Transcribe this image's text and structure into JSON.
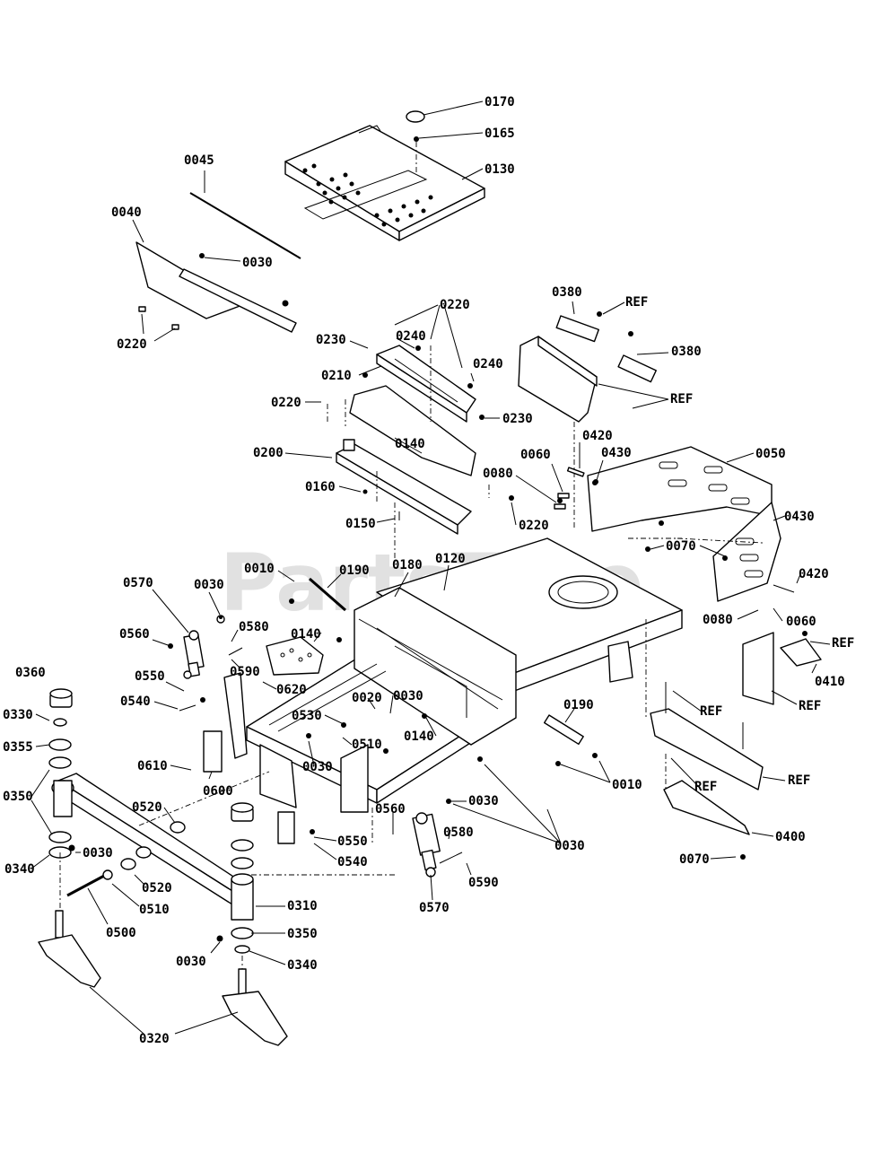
{
  "watermark": "PartsTree",
  "labels": [
    "0170",
    "0165",
    "0130",
    "0045",
    "0040",
    "0030",
    "0220",
    "0220",
    "0230",
    "0240",
    "0210",
    "0240",
    "0230",
    "0220",
    "0140",
    "0200",
    "0160",
    "0150",
    "0380",
    "REF",
    "0380",
    "REF",
    "0420",
    "0430",
    "0060",
    "0080",
    "0220",
    "0050",
    "0430",
    "0070",
    "0420",
    "0080",
    "0060",
    "REF",
    "0410",
    "REF",
    "0010",
    "0190",
    "0180",
    "0120",
    "0570",
    "0030",
    "0560",
    "0580",
    "0140",
    "0590",
    "0550",
    "0620",
    "0540",
    "0020",
    "0030",
    "0530",
    "0510",
    "0140",
    "0030",
    "0190",
    "0010",
    "0030",
    "REF",
    "REF",
    "REF",
    "0400",
    "0070",
    "0360",
    "0330",
    "0355",
    "0610",
    "0600",
    "0350",
    "0520",
    "0030",
    "0340",
    "0520",
    "0510",
    "0500",
    "0560",
    "0550",
    "0540",
    "0030",
    "0580",
    "0590",
    "0570",
    "0310",
    "0350",
    "0030",
    "0340",
    "0320"
  ]
}
